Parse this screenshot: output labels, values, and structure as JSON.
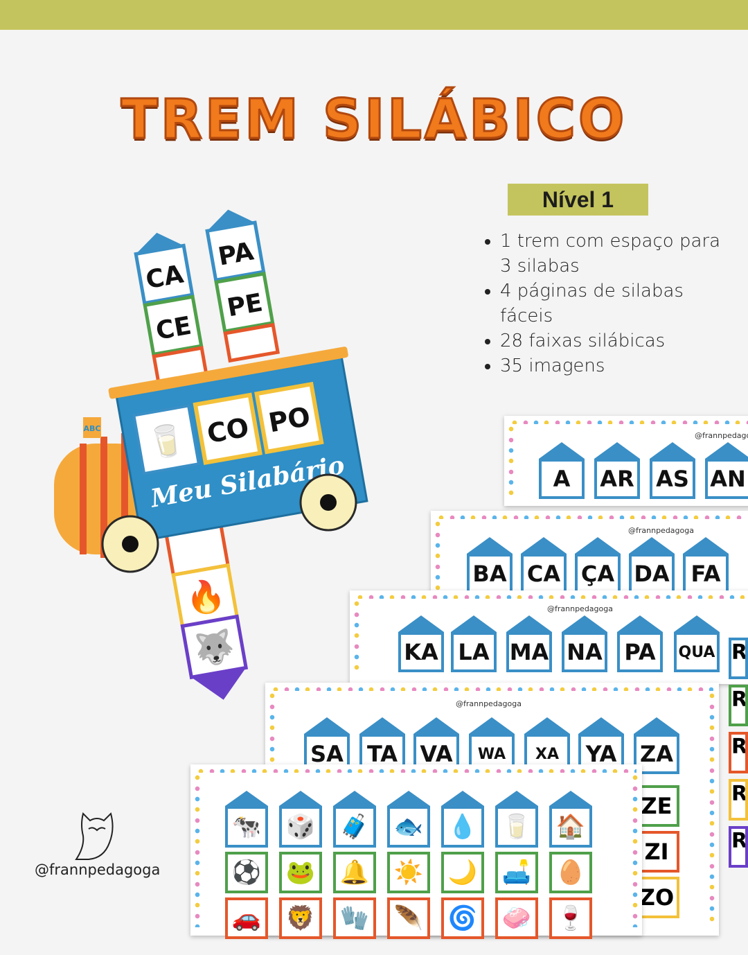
{
  "title": "TREM SILÁBICO",
  "level": "Nível 1",
  "features": [
    "1 trem com espaço para 3 silabas",
    "4 páginas de silabas fáceis",
    "28 faixas silábicas",
    "35 imagens"
  ],
  "brand_handle": "@frannpedagoga",
  "colors": {
    "accent": "#c4c45e",
    "title": "#f07a1c",
    "train": "#2f8fc6",
    "roof": "#3a8fc6"
  },
  "train": {
    "strip_left": [
      "CA",
      "CE"
    ],
    "strip_right": [
      "PA",
      "PE"
    ],
    "slots": [
      "CO",
      "PO"
    ],
    "label": "Meu Silabário",
    "abc": "ABC"
  },
  "sheets": [
    {
      "tiles": [
        "A",
        "AR",
        "AS",
        "AN"
      ]
    },
    {
      "tiles": [
        "BA",
        "CA",
        "ÇA",
        "DA",
        "FA"
      ]
    },
    {
      "tiles": [
        "KA",
        "LA",
        "MA",
        "NA",
        "PA",
        "QUA"
      ]
    },
    {
      "tiles": [
        "SA",
        "TA",
        "VA",
        "WA",
        "XA",
        "YA",
        "ZA"
      ]
    }
  ],
  "column_tiles": [
    "ZE",
    "ZI",
    "ZO"
  ],
  "edge_tiles": [
    "R",
    "R",
    "R",
    "R",
    "R"
  ],
  "icons": [
    "cow-icon",
    "dice-icon",
    "suitcase-icon",
    "fish-icon",
    "drop-icon",
    "glass-icon",
    "house-icon",
    "ball-icon",
    "frog-icon",
    "bells-icon",
    "sun-icon",
    "moon-icon",
    "sofa-icon",
    "eggs-icon",
    "car-icon",
    "lion-icon",
    "glove-icon",
    "feather-icon",
    "spring-icon",
    "soap-icon",
    "wine-glass-icon"
  ]
}
